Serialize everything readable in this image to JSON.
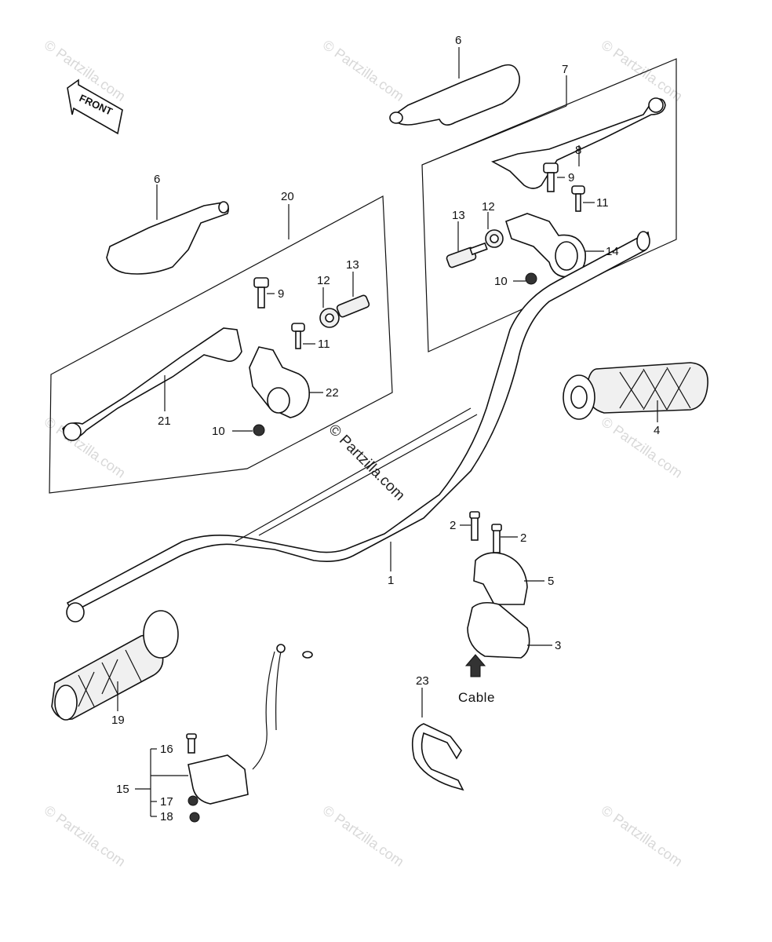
{
  "front_label": "FRONT",
  "cable_label": "Cable",
  "watermark": "© Partzilla.com",
  "callouts": {
    "c1": "1",
    "c2a": "2",
    "c2b": "2",
    "c3": "3",
    "c4": "4",
    "c5": "5",
    "c6a": "6",
    "c6b": "6",
    "c7": "7",
    "c8": "8",
    "c9a": "9",
    "c9b": "9",
    "c10a": "10",
    "c10b": "10",
    "c11a": "11",
    "c11b": "11",
    "c12a": "12",
    "c12b": "12",
    "c13a": "13",
    "c13b": "13",
    "c14": "14",
    "c15": "15",
    "c16": "16",
    "c17": "17",
    "c18": "18",
    "c19": "19",
    "c20": "20",
    "c21": "21",
    "c22": "22",
    "c23": "23"
  }
}
